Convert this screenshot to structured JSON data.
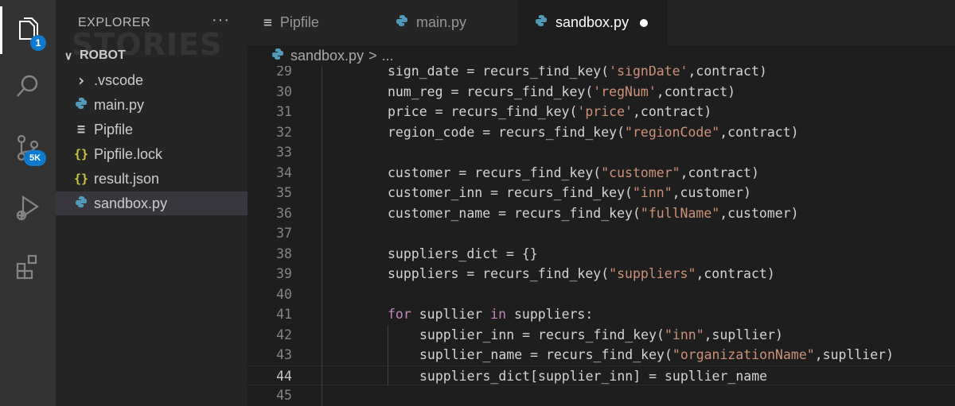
{
  "activity_bar": {
    "explorer_badge": "1",
    "scm_badge": "5K",
    "items": [
      {
        "name": "explorer-icon"
      },
      {
        "name": "search-icon"
      },
      {
        "name": "source-control-icon"
      },
      {
        "name": "run-debug-icon"
      },
      {
        "name": "extensions-icon"
      }
    ]
  },
  "sidebar": {
    "title": "EXPLORER",
    "more": "···",
    "watermark": "STORIES",
    "folder": "ROBOT",
    "items": [
      {
        "icon": "›",
        "label": ".vscode"
      },
      {
        "icon": "py",
        "label": "main.py"
      },
      {
        "icon": "≡",
        "label": "Pipfile"
      },
      {
        "icon": "{}",
        "label": "Pipfile.lock"
      },
      {
        "icon": "{}",
        "label": "result.json"
      },
      {
        "icon": "py",
        "label": "sandbox.py"
      }
    ]
  },
  "tabs": [
    {
      "label": "Pipfile"
    },
    {
      "label": "main.py"
    },
    {
      "label": "sandbox.py",
      "modified": true
    }
  ],
  "breadcrumb": {
    "file": "sandbox.py",
    "sep": ">",
    "rest": "..."
  },
  "editor": {
    "current_line": "44",
    "lines": [
      {
        "n": "29",
        "indent": 0,
        "tokens": [
          [
            "sign_date = recurs_find_key(",
            ""
          ],
          [
            "'signDate'",
            "str"
          ],
          [
            ",contract)",
            ""
          ]
        ]
      },
      {
        "n": "30",
        "indent": 0,
        "tokens": [
          [
            "num_reg = recurs_find_key(",
            ""
          ],
          [
            "'regNum'",
            "str"
          ],
          [
            ",contract)",
            ""
          ]
        ]
      },
      {
        "n": "31",
        "indent": 0,
        "tokens": [
          [
            "price = recurs_find_key(",
            ""
          ],
          [
            "'price'",
            "str"
          ],
          [
            ",contract)",
            ""
          ]
        ]
      },
      {
        "n": "32",
        "indent": 0,
        "tokens": [
          [
            "region_code = recurs_find_key(",
            ""
          ],
          [
            "\"regionCode\"",
            "str"
          ],
          [
            ",contract)",
            ""
          ]
        ]
      },
      {
        "n": "33",
        "indent": 0,
        "tokens": []
      },
      {
        "n": "34",
        "indent": 0,
        "tokens": [
          [
            "customer = recurs_find_key(",
            ""
          ],
          [
            "\"customer\"",
            "str"
          ],
          [
            ",contract)",
            ""
          ]
        ]
      },
      {
        "n": "35",
        "indent": 0,
        "tokens": [
          [
            "customer_inn = recurs_find_key(",
            ""
          ],
          [
            "\"inn\"",
            "str"
          ],
          [
            ",customer)",
            ""
          ]
        ]
      },
      {
        "n": "36",
        "indent": 0,
        "tokens": [
          [
            "customer_name = recurs_find_key(",
            ""
          ],
          [
            "\"fullName\"",
            "str"
          ],
          [
            ",customer)",
            ""
          ]
        ]
      },
      {
        "n": "37",
        "indent": 0,
        "tokens": []
      },
      {
        "n": "38",
        "indent": 0,
        "tokens": [
          [
            "suppliers_dict = {}",
            ""
          ]
        ]
      },
      {
        "n": "39",
        "indent": 0,
        "tokens": [
          [
            "suppliers = recurs_find_key(",
            ""
          ],
          [
            "\"suppliers\"",
            "str"
          ],
          [
            ",contract)",
            ""
          ]
        ]
      },
      {
        "n": "40",
        "indent": 0,
        "tokens": []
      },
      {
        "n": "41",
        "indent": 0,
        "tokens": [
          [
            "for",
            "kw"
          ],
          [
            " supllier ",
            ""
          ],
          [
            "in",
            "kw"
          ],
          [
            " suppliers:",
            ""
          ]
        ]
      },
      {
        "n": "42",
        "indent": 1,
        "tokens": [
          [
            "supplier_inn = recurs_find_key(",
            ""
          ],
          [
            "\"inn\"",
            "str"
          ],
          [
            ",supllier)",
            ""
          ]
        ]
      },
      {
        "n": "43",
        "indent": 1,
        "tokens": [
          [
            "supllier_name = recurs_find_key(",
            ""
          ],
          [
            "\"organizationName\"",
            "str"
          ],
          [
            ",supllier)",
            ""
          ]
        ]
      },
      {
        "n": "44",
        "indent": 1,
        "tokens": [
          [
            "suppliers_dict[supplier_inn] = supllier_name",
            ""
          ]
        ]
      },
      {
        "n": "45",
        "indent": 0,
        "tokens": []
      }
    ]
  }
}
